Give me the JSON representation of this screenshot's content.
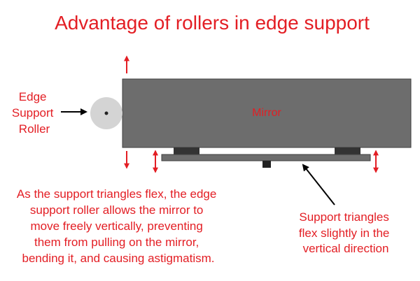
{
  "title": "Advantage of rollers in edge support",
  "labels": {
    "mirror": "Mirror",
    "roller_lines": [
      "Edge",
      "Support",
      "Roller"
    ],
    "triangles_lines": [
      "Support triangles",
      "flex slightly in the",
      "vertical direction"
    ],
    "explanation_lines": [
      "As the support triangles flex, the edge",
      "support roller allows the mirror to",
      "move freely vertically, preventing",
      "them from pulling on the mirror,",
      "bending it, and causing astigmatism."
    ]
  },
  "colors": {
    "text": "#e31e24",
    "mirror": "#6d6d6d",
    "mirror_border": "#3f3f3f",
    "triangle_bar": "#6d6d6d",
    "pad": "#333333",
    "roller": "#d4d4d4",
    "arrow_red": "#e31e24",
    "arrow_black": "#000000"
  }
}
